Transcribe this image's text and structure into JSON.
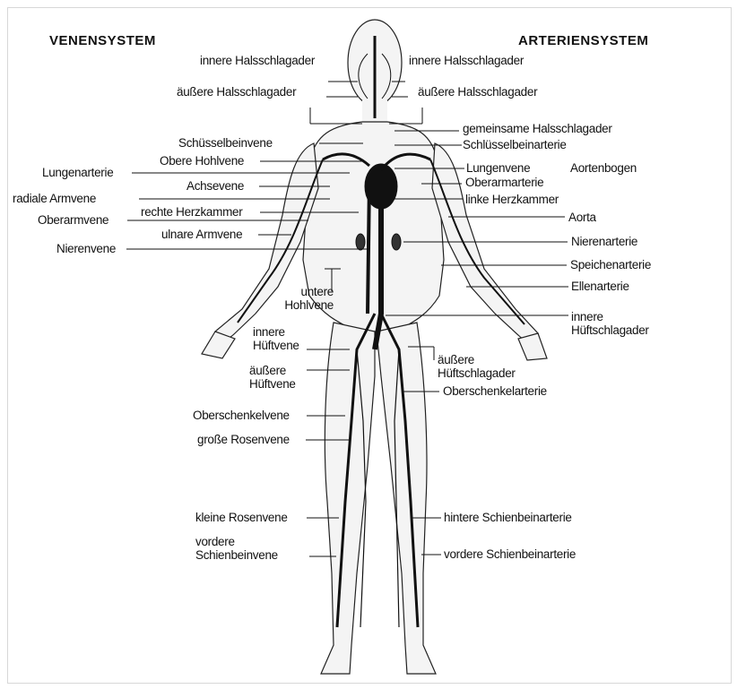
{
  "headings": {
    "left": "VENENSYSTEM",
    "right": "ARTERIENSYSTEM"
  },
  "labels": {
    "l_innere_hals": "innere Halsschlagader",
    "l_aeussere_hals": "äußere Halsschlagader",
    "schluesselbeinvene": "Schüsselbeinvene",
    "obere_hohlvene": "Obere Hohlvene",
    "lungenarterie": "Lungenarterie",
    "achsevene": "Achsevene",
    "radiale_armvene": "radiale Armvene",
    "rechte_herzkammer": "rechte Herzkammer",
    "oberarmvene": "Oberarmvene",
    "ulnare_armvene": "ulnare Armvene",
    "nierenvene": "Nierenvene",
    "untere_hohlvene": "untere\nHohlvene",
    "innere_hueftvene": "innere\nHüftvene",
    "aeussere_hueftvene": "äußere\nHüftvene",
    "oberschenkelvene": "Oberschenkelvene",
    "grosse_rosenvene": "große Rosenvene",
    "kleine_rosenvene": "kleine Rosenvene",
    "vordere_schienbeinvene": "vordere\nSchienbeinvene",
    "r_innere_hals": "innere Halsschlagader",
    "r_aeussere_hals": "äußere Halsschlagader",
    "gemeinsame_hals": "gemeinsame Halsschlagader",
    "schluesselbeinarterie": "Schlüsselbeinarterie",
    "lungenvene": "Lungenvene",
    "aortenbogen": "Aortenbogen",
    "oberarmarterie": "Oberarmarterie",
    "linke_herzkammer": "linke Herzkammer",
    "aorta": "Aorta",
    "nierenarterie": "Nierenarterie",
    "speichenarterie": "Speichenarterie",
    "ellenarterie": "Ellenarterie",
    "innere_hueftschlagader": "innere\nHüftschlagader",
    "aeussere_hueftschlagader": "äußere\nHüftschlagader",
    "oberschenkelarterie": "Oberschenkelarterie",
    "hintere_schienbeinarterie": "hintere Schienbeinarterie",
    "vordere_schienbeinarterie": "vordere Schienbeinarterie"
  }
}
